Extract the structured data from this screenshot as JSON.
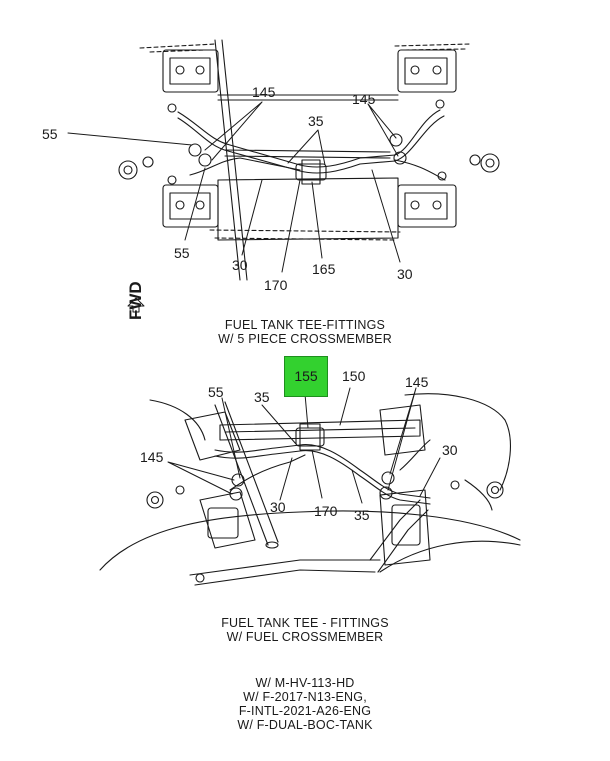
{
  "colors": {
    "highlight": "#33d12f",
    "line": "#1a1a1a"
  },
  "top_view": {
    "caption_line1": "FUEL TANK TEE-FITTINGS",
    "caption_line2": "W/ 5 PIECE CROSSMEMBER",
    "callouts": {
      "c145_left": "145",
      "c145_right": "145",
      "c35": "35",
      "c55_upper": "55",
      "c55_lower": "55",
      "c30_left": "30",
      "c30_right": "30",
      "c170": "170",
      "c165": "165"
    }
  },
  "bottom_view": {
    "caption_line1": "FUEL TANK TEE - FITTINGS",
    "caption_line2": "W/ FUEL CROSSMEMBER",
    "highlighted_callout": "155",
    "callouts": {
      "c150": "150",
      "c55": "55",
      "c35_upper": "35",
      "c145_right": "145",
      "c30_right": "30",
      "c145_left": "145",
      "c30_lower": "30",
      "c170": "170",
      "c35_lower": "35"
    }
  },
  "direction": {
    "label": "FWD",
    "icon": "arrow-up-icon"
  },
  "notes": [
    "W/ M-HV-113-HD",
    "W/ F-2017-N13-ENG,",
    "F-INTL-2021-A26-ENG",
    "W/ F-DUAL-BOC-TANK"
  ]
}
